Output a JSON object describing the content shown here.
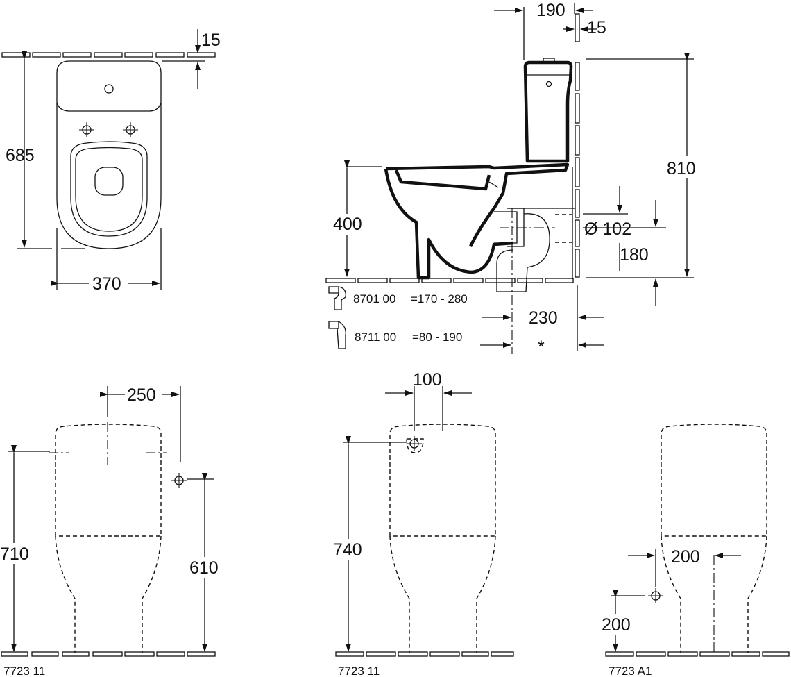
{
  "plan_view": {
    "depth": "685",
    "width": "370",
    "wall_gap": "15"
  },
  "side_view": {
    "tank_offset": "190",
    "wall_gap": "15",
    "total_height": "810",
    "seat_height": "400",
    "outlet_diameter": "Ø 102",
    "outlet_height": "180",
    "outlet_distance": "230",
    "note_marker": "*",
    "connectors": [
      {
        "code": "8701 00",
        "range": "=170 -  280"
      },
      {
        "code": "8711 00",
        "range": "=80 -   190"
      }
    ]
  },
  "variant_left": {
    "model": "7723 11",
    "hole_spacing": "250",
    "height": "710",
    "inlet_height": "610"
  },
  "variant_middle": {
    "model": "7723 11",
    "hole_spacing": "100",
    "height": "740"
  },
  "variant_right": {
    "model": "7723 A1",
    "inlet_offset": "200",
    "inlet_height": "200"
  }
}
